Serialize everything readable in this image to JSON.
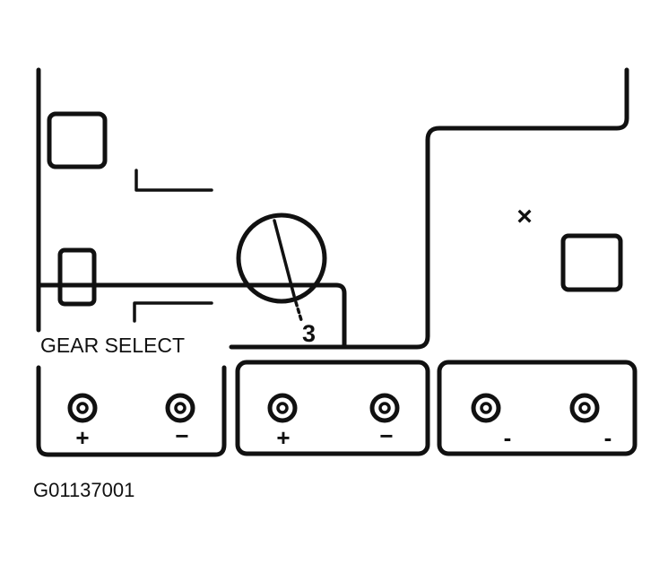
{
  "labels": {
    "gear_select": "GEAR SELECT",
    "callout": "3",
    "figure_id": "G01137001",
    "x_mark": "×"
  },
  "connectors": [
    {
      "terminals": [
        {
          "sign": "+"
        },
        {
          "sign": "−"
        }
      ]
    },
    {
      "terminals": [
        {
          "sign": "+"
        },
        {
          "sign": "−"
        }
      ]
    },
    {
      "terminals": [
        {
          "sign": "-"
        },
        {
          "sign": "-"
        }
      ]
    }
  ],
  "colors": {
    "line": "#111111",
    "background": "#ffffff"
  }
}
